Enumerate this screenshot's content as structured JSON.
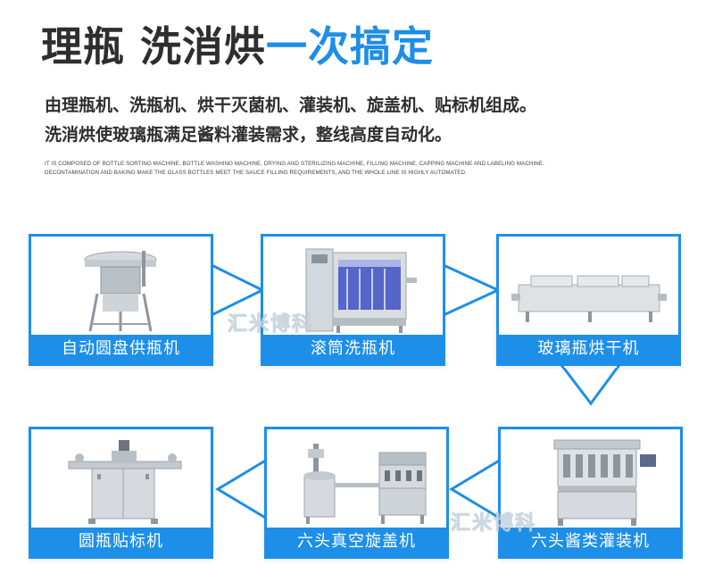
{
  "headline": {
    "part1": "理瓶 洗消烘",
    "part2": "一次搞定"
  },
  "description": {
    "line1": "由理瓶机、洗瓶机、烘干灭菌机、灌装机、旋盖机、贴标机组成。",
    "line2": "洗消烘使玻璃瓶满足酱料灌装需求，整线高度自动化。"
  },
  "english": {
    "line1": "IT IS COMPOSED OF BOTTLE SORTING MACHINE, BOTTLE WASHING MACHINE, DRYING AND STERILIZING MACHINE, FILLING MACHINE, CAPPING MACHINE AND LABELING MACHINE.",
    "line2": "DECONTAMINATION AND BAKING MAKE THE GLASS BOTTLES MEET THE SAUCE FILLING REQUIREMENTS, AND THE WHOLE LINE IS HIGHLY AUTOMATED."
  },
  "machines": [
    {
      "label": "自动圆盘供瓶机"
    },
    {
      "label": "滚筒洗瓶机"
    },
    {
      "label": "玻璃瓶烘干机"
    },
    {
      "label": "圆瓶贴标机"
    },
    {
      "label": "六头真空旋盖机"
    },
    {
      "label": "六头酱类灌装机"
    }
  ],
  "watermark": "汇米博科",
  "colors": {
    "accent": "#1d8fe8",
    "headline_accent": "#1e8ee6",
    "text": "#2e2e2e"
  }
}
